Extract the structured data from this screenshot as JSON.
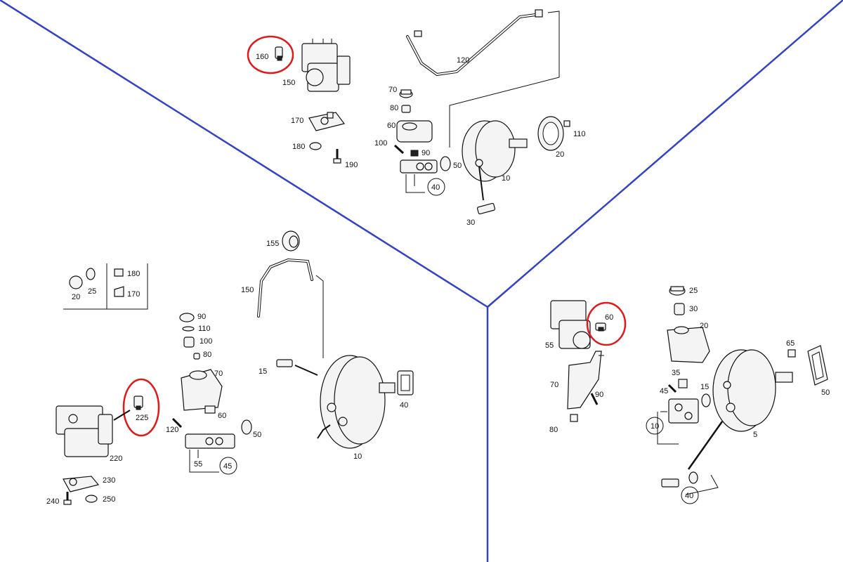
{
  "colors": {
    "divider": "#3342c8",
    "highlight": "#e01a1a",
    "ink": "#111111"
  },
  "top_panel": {
    "labels": {
      "l160": "160",
      "l150": "150",
      "l170": "170",
      "l180": "180",
      "l190": "190",
      "l120": "120",
      "l70": "70",
      "l80": "80",
      "l60": "60",
      "l100": "100",
      "l90": "90",
      "l50": "50",
      "l40": "40",
      "l10": "10",
      "l30": "30",
      "l20": "20",
      "l110": "110"
    },
    "highlighted_part": "160"
  },
  "left_panel": {
    "labels": {
      "l20": "20",
      "l25": "25",
      "l180": "180",
      "l170": "170",
      "l155": "155",
      "l150": "150",
      "l90": "90",
      "l110": "110",
      "l100": "100",
      "l80": "80",
      "l70": "70",
      "l15": "15",
      "l225": "225",
      "l120": "120",
      "l60": "60",
      "l50": "50",
      "l40": "40",
      "l55": "55",
      "l45": "45",
      "l220": "220",
      "l230": "230",
      "l240": "240",
      "l250": "250",
      "l10": "10"
    },
    "highlighted_part": "225"
  },
  "right_panel": {
    "labels": {
      "l25": "25",
      "l30": "30",
      "l20": "20",
      "l60": "60",
      "l55": "55",
      "l65": "65",
      "l35": "35",
      "l45": "45",
      "l15": "15",
      "l50": "50",
      "l70": "70",
      "l90": "90",
      "l10": "10",
      "l80": "80",
      "l5": "5",
      "l40": "40"
    },
    "highlighted_part": "60"
  }
}
